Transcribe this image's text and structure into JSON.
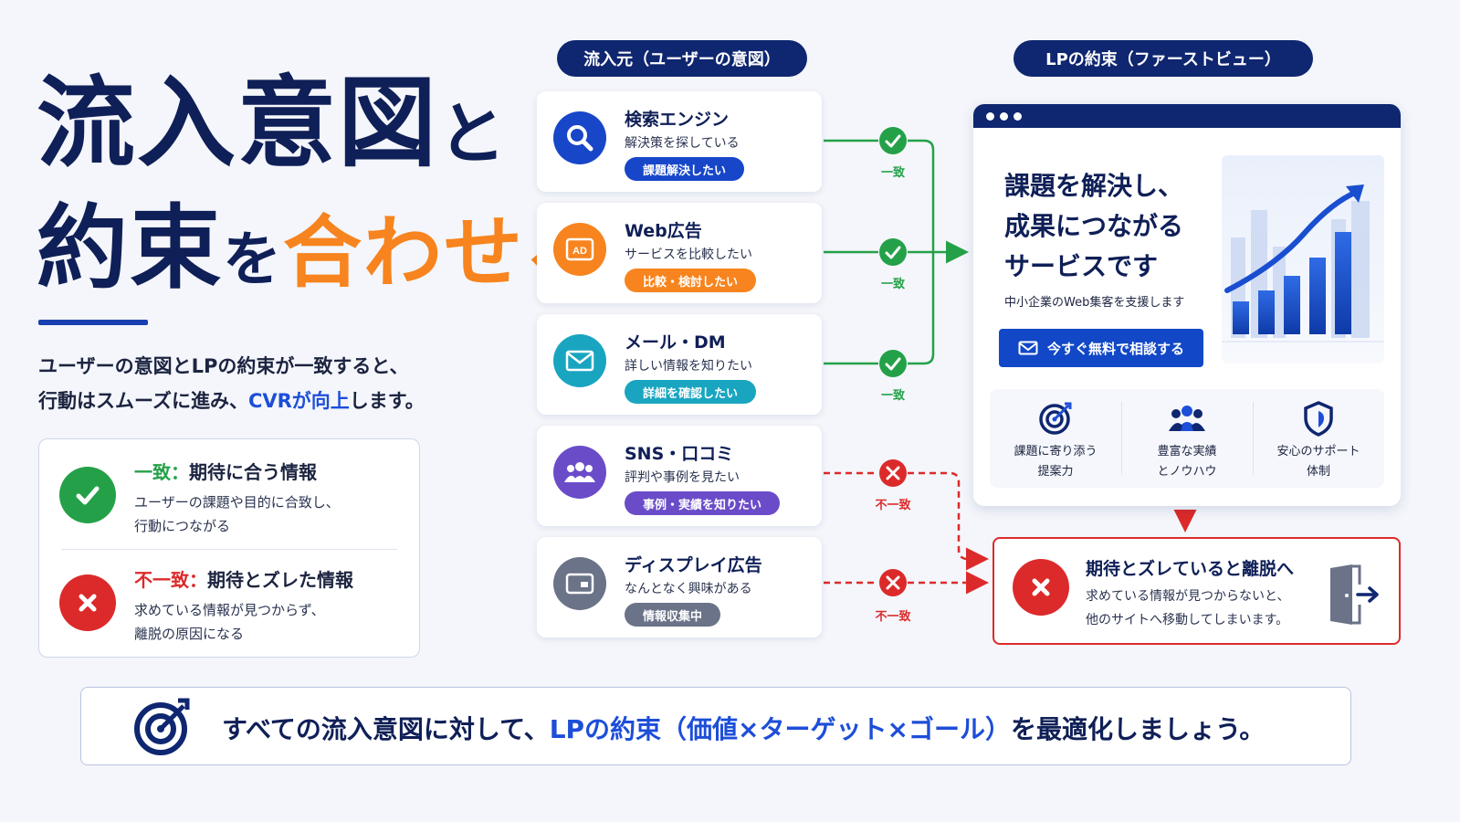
{
  "title": {
    "line1_a": "流入意図",
    "line1_b": "と",
    "line2_a": "約束",
    "line2_b": "を",
    "line2_c": "合わせる"
  },
  "description": {
    "line1": "ユーザーの意図とLPの約束が一致すると、",
    "line2_a": "行動はスムーズに進み、",
    "line2_b": "CVRが向上",
    "line2_c": "します。"
  },
  "legend": {
    "match": {
      "word": "一致：",
      "title": "期待に合う情報",
      "body1": "ユーザーの課題や目的に合致し、",
      "body2": "行動につながる"
    },
    "mismatch": {
      "word": "不一致：",
      "title": "期待とズレた情報",
      "body1": "求めている情報が見つからず、",
      "body2": "離脱の原因になる"
    }
  },
  "headers": {
    "source": "流入元（ユーザーの意図）",
    "lp": "LPの約束（ファーストビュー）"
  },
  "sources": [
    {
      "title": "検索エンジン",
      "sub": "解決策を探している",
      "tag": "課題解決したい",
      "icon": "search-icon",
      "color": "#1746c9",
      "result": "一致"
    },
    {
      "title": "Web広告",
      "sub": "サービスを比較したい",
      "tag": "比較・検討したい",
      "icon": "ad-icon",
      "color": "#f7841e",
      "result": "一致"
    },
    {
      "title": "メール・DM",
      "sub": "詳しい情報を知りたい",
      "tag": "詳細を確認したい",
      "icon": "mail-icon",
      "color": "#19a5c0",
      "result": "一致"
    },
    {
      "title": "SNS・口コミ",
      "sub": "評判や事例を見たい",
      "tag": "事例・実績を知りたい",
      "icon": "people-icon",
      "color": "#6a4cc9",
      "result": "不一致"
    },
    {
      "title": "ディスプレイ広告",
      "sub": "なんとなく興味がある",
      "tag": "情報収集中",
      "icon": "display-icon",
      "color": "#6b7388",
      "result": "不一致"
    }
  ],
  "lp": {
    "headline1": "課題を解決し、",
    "headline2": "成果につながる",
    "headline3": "サービスです",
    "sub": "中小企業のWeb集客を支援します",
    "cta": "今すぐ無料で相談する",
    "features": [
      {
        "line1": "課題に寄り添う",
        "line2": "提案力",
        "icon": "target-icon"
      },
      {
        "line1": "豊富な実績",
        "line2": "とノウハウ",
        "icon": "team-icon"
      },
      {
        "line1": "安心のサポート",
        "line2": "体制",
        "icon": "shield-icon"
      }
    ]
  },
  "leave": {
    "title": "期待とズレていると離脱へ",
    "body1": "求めている情報が見つからないと、",
    "body2": "他のサイトへ移動してしまいます。"
  },
  "banner": {
    "text_a": "すべての流入意図に対して、",
    "text_b": "LPの約束（価値×ターゲット×ゴール）",
    "text_c": "を最適化しましょう。"
  },
  "colors": {
    "navy": "#0f2670",
    "blue": "#1d4ed8",
    "orange": "#f7841e",
    "match_green": "#24a148",
    "mismatch_red": "#dc2a2a"
  }
}
